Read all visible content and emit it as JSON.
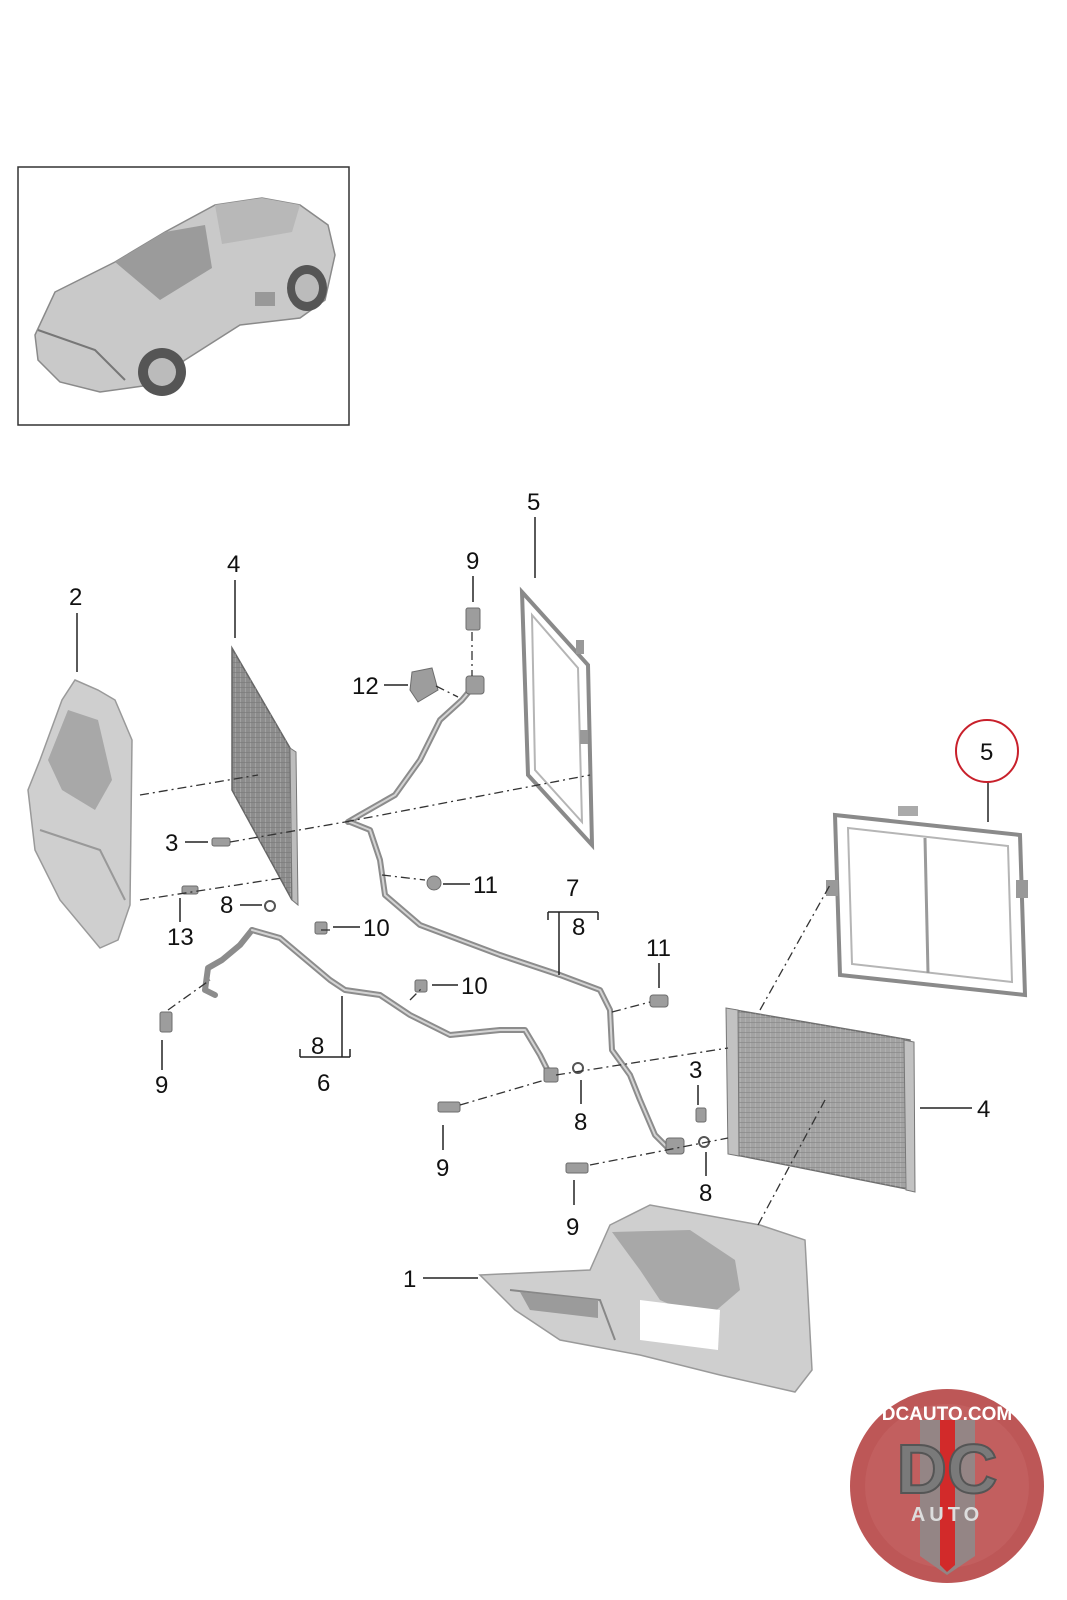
{
  "callouts": {
    "c1": "1",
    "c2": "2",
    "c3a": "3",
    "c3b": "3",
    "c4a": "4",
    "c4b": "4",
    "c5a": "5",
    "c5b": "5",
    "c6": "6",
    "c7": "7",
    "c8a": "8",
    "c8b": "8",
    "c8c": "8",
    "c8d": "8",
    "c8e": "8",
    "c9a": "9",
    "c9b": "9",
    "c9c": "9",
    "c9d": "9",
    "c10a": "10",
    "c10b": "10",
    "c11a": "11",
    "c11b": "11",
    "c12": "12",
    "c13": "13"
  },
  "highlight": {
    "callout": "5",
    "color": "#c8202b"
  },
  "logo": {
    "top_text": "DCAUTO.COM",
    "mark": "DC",
    "bottom_text": "AUTO",
    "colors": {
      "ring": "#b23a3a",
      "inner": "#8c8c8c",
      "accent": "#d22a2a"
    }
  }
}
